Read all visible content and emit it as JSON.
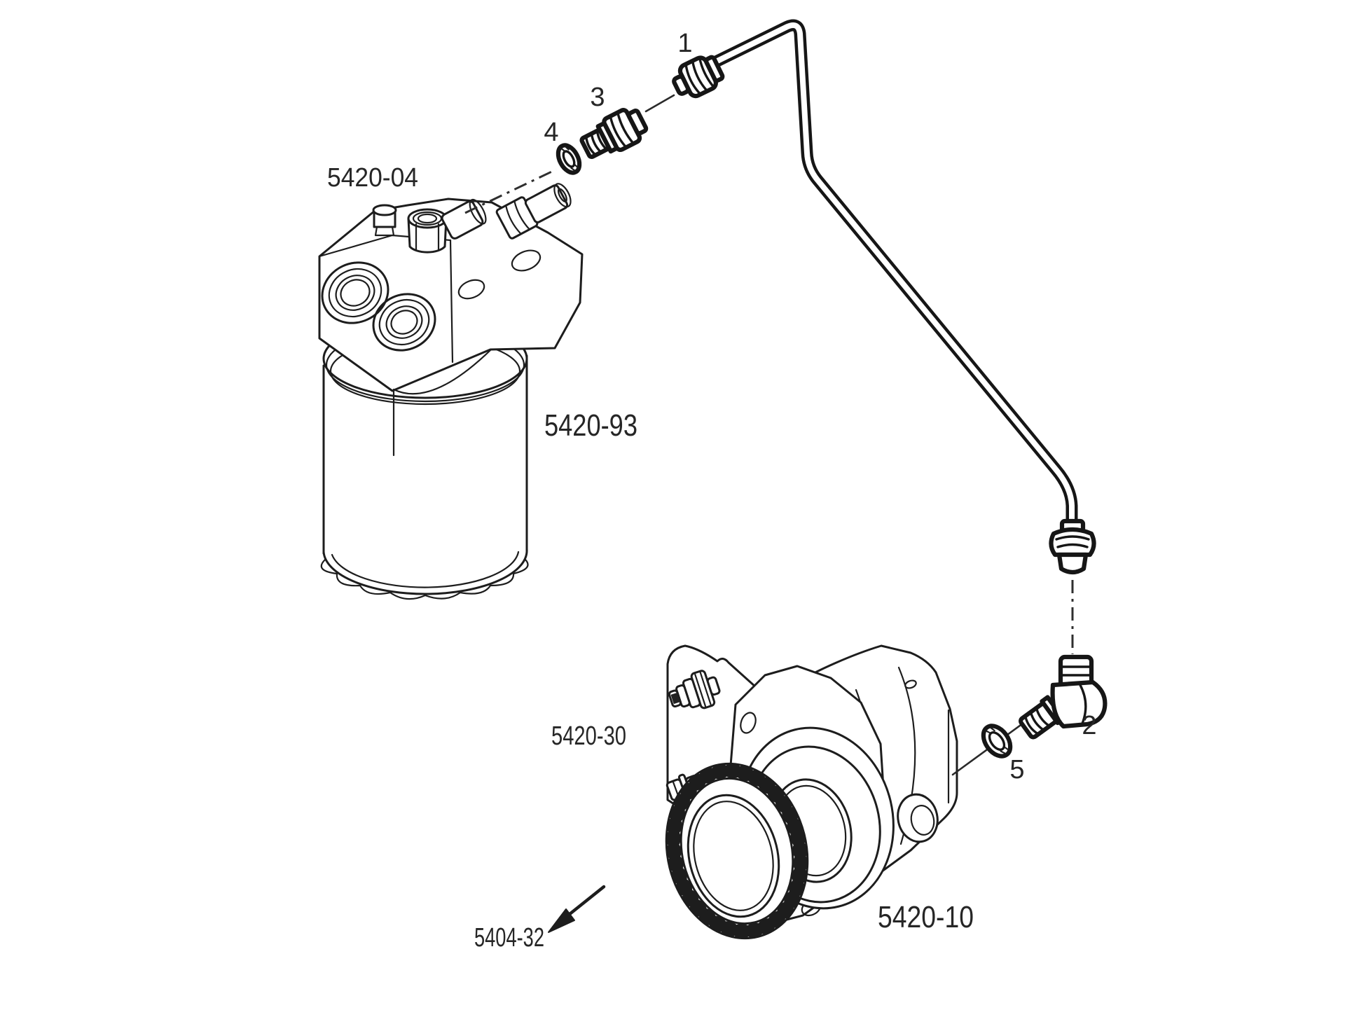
{
  "diagram": {
    "background_color": "#ffffff",
    "line_color": "#1d1d1d",
    "part_labels": [
      {
        "text": "5420-04"
      },
      {
        "text": "5420-93"
      },
      {
        "text": "5420-30"
      },
      {
        "text": "5404-32"
      },
      {
        "text": "5420-10"
      }
    ],
    "callouts": [
      {
        "text": "1"
      },
      {
        "text": "2"
      },
      {
        "text": "3"
      },
      {
        "text": "4"
      },
      {
        "text": "5"
      }
    ]
  }
}
